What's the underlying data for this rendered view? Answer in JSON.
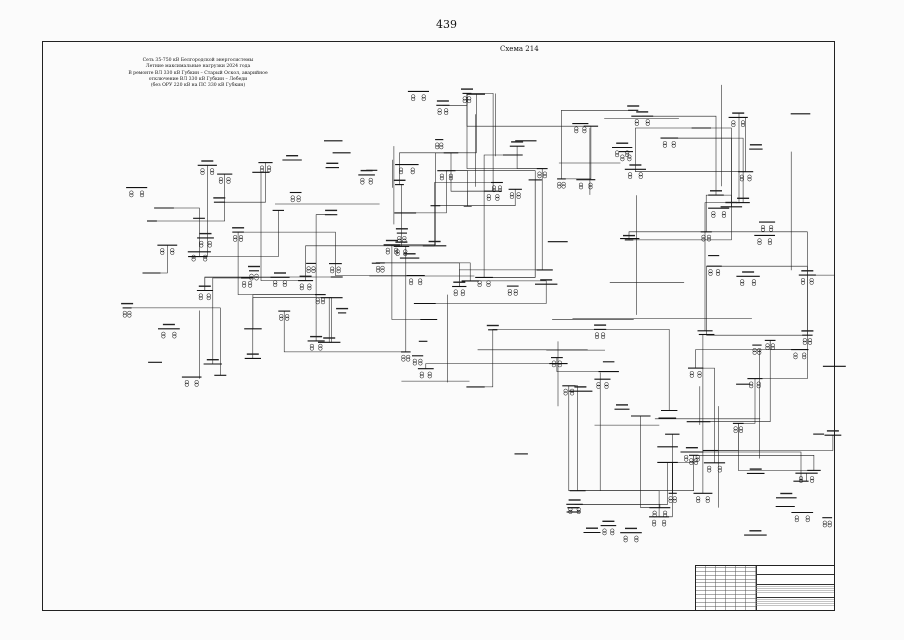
{
  "page": {
    "number": "439"
  },
  "scheme": {
    "label": "Схема 214",
    "title_lines": [
      "Сеть 35-750 кВ Белгородской энергосистемы",
      "Летние максимальные нагрузки 2024 года",
      "В ремонте ВЛ 330 кВ Губкин – Старый Оскол, аварийное",
      "отключение ВЛ 330 кВ Губкин – Лебеди",
      "(без ОРУ 220 кВ на ПС 330 кВ Губкин)"
    ]
  },
  "colors": {
    "ink": "#111111",
    "paper": "#fbfbfb",
    "frame": "#222222"
  },
  "icons": {
    "transformer": "double-circle-transformer-icon",
    "substation": "substation-bus-icon"
  }
}
